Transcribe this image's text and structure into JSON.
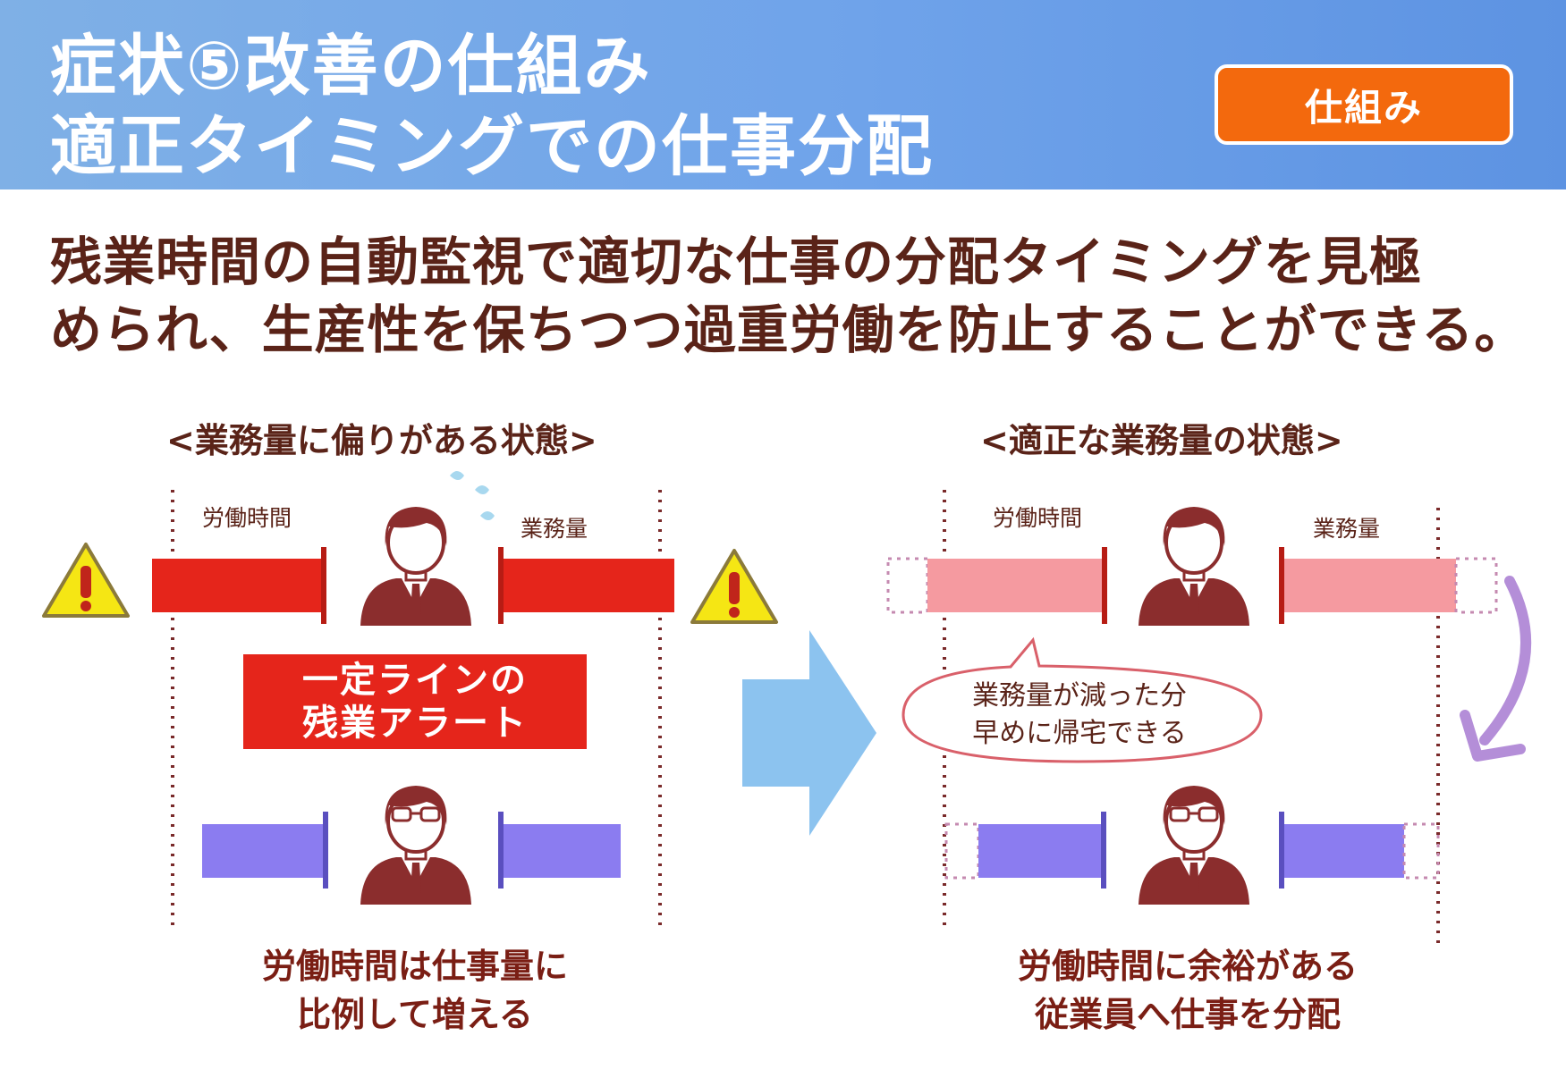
{
  "header": {
    "title_line1": "症状⑤改善の仕組み",
    "title_line2": "適正タイミングでの仕事分配",
    "badge": "仕組み"
  },
  "lead": {
    "line1": "残業時間の自動監視で適切な仕事の分配タイミングを見極",
    "line2": "められ、生産性を保ちつつ過重労働を防止することができる。"
  },
  "left_panel": {
    "title": "<業務量に偏りがある状態>",
    "label_hours": "労働時間",
    "label_workload": "業務量",
    "alert_line1": "一定ラインの",
    "alert_line2": "残業アラート",
    "caption_line1": "労働時間は仕事量に",
    "caption_line2": "比例して増える"
  },
  "right_panel": {
    "title": "<適正な業務量の状態>",
    "label_hours": "労働時間",
    "label_workload": "業務量",
    "bubble_line1": "業務量が減った分",
    "bubble_line2": "早めに帰宅できる",
    "caption_line1": "労働時間に余裕がある",
    "caption_line2": "従業員へ仕事を分配"
  },
  "colors": {
    "header_blue": "#6fa3ea",
    "badge_orange": "#f3690d",
    "text_brown": "#5a2318",
    "overload_red": "#e5251b",
    "reduced_pink": "#f59aa0",
    "staff_purple": "#8b7cf0",
    "arrow_blue": "#8cc3ef",
    "curve_arrow_violet": "#b48ed8",
    "warning_yellow": "#f5e614"
  },
  "icons": [
    "warning-icon",
    "person-icon",
    "sweat-drop-icon",
    "glasses-person-icon",
    "right-arrow-icon",
    "curved-arrow-icon",
    "speech-bubble-icon"
  ]
}
